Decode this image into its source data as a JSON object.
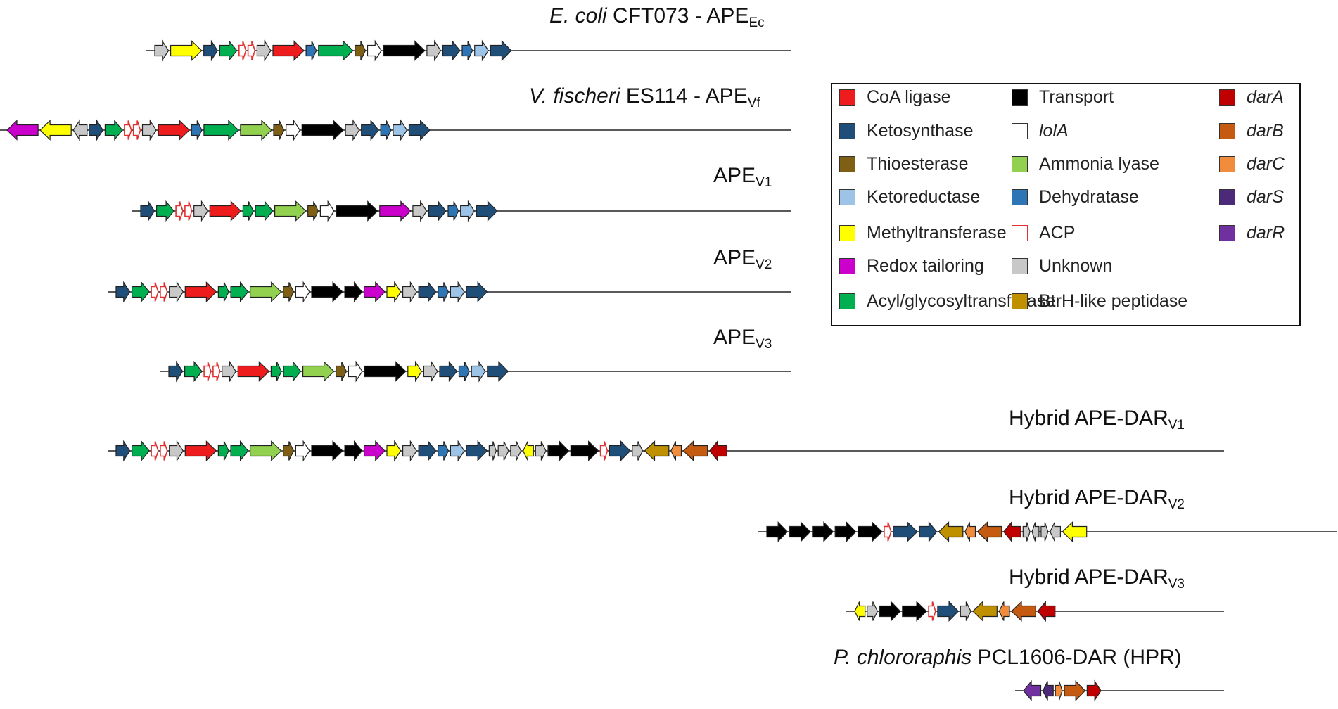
{
  "colors": {
    "coa_ligase": "#ee1c1c",
    "ketosynthase": "#1f4e79",
    "thioesterase": "#7f5f14",
    "ketoreductase": "#9dc3e6",
    "methyltransferase": "#ffff00",
    "redox": "#cc00cc",
    "acyl": "#00b050",
    "transport": "#000000",
    "lola": "#ffffff",
    "ammonia": "#92d050",
    "dehydratase": "#2e75b6",
    "acp": "#ffffff",
    "unknown": "#c8c8c8",
    "btrh": "#bf9000",
    "darA": "#c00000",
    "darB": "#c55a11",
    "darC": "#f08c3c",
    "darS": "#4b2a7a",
    "darR": "#7030a0"
  },
  "legend": {
    "col1": [
      {
        "key": "coa_ligase",
        "label": "CoA ligase",
        "italic": false
      },
      {
        "key": "ketosynthase",
        "label": "Ketosynthase",
        "italic": false
      },
      {
        "key": "thioesterase",
        "label": "Thioesterase",
        "italic": false
      },
      {
        "key": "ketoreductase",
        "label": "Ketoreductase",
        "italic": false
      },
      {
        "key": "methyltransferase",
        "label": "Methyltransferase",
        "italic": false
      },
      {
        "key": "redox",
        "label": "Redox tailoring",
        "italic": false
      },
      {
        "key": "acyl",
        "label": "Acyl/glycosyltransferase",
        "italic": false
      }
    ],
    "col2": [
      {
        "key": "transport",
        "label": "Transport",
        "italic": false
      },
      {
        "key": "lola",
        "label": "lolA",
        "italic": true
      },
      {
        "key": "ammonia",
        "label": "Ammonia lyase",
        "italic": false
      },
      {
        "key": "dehydratase",
        "label": "Dehydratase",
        "italic": false
      },
      {
        "key": "acp",
        "label": "ACP",
        "italic": false
      },
      {
        "key": "unknown",
        "label": "Unknown",
        "italic": false
      },
      {
        "key": "btrh",
        "label": "BtrH-like peptidase",
        "italic": false
      }
    ],
    "col3": [
      {
        "key": "darA",
        "label": "darA",
        "italic": true
      },
      {
        "key": "darB",
        "label": "darB",
        "italic": true
      },
      {
        "key": "darC",
        "label": "darC",
        "italic": true
      },
      {
        "key": "darS",
        "label": "darS",
        "italic": true
      },
      {
        "key": "darR",
        "label": "darR",
        "italic": true
      }
    ]
  },
  "clusters": [
    {
      "id": "ecoli",
      "species": "E. coli",
      "strain": " CFT073 - APE",
      "sub": "Ec",
      "prefix": "",
      "genes": [
        [
          "unknown",
          "f",
          4
        ],
        [
          "methyltransferase",
          "f",
          9
        ],
        [
          "ketosynthase",
          "f",
          4
        ],
        [
          "acyl",
          "f",
          5
        ],
        [
          "acp",
          "f",
          2
        ],
        [
          "acp",
          "f",
          2
        ],
        [
          "unknown",
          "f",
          4
        ],
        [
          "coa_ligase",
          "f",
          9
        ],
        [
          "dehydratase",
          "f",
          3
        ],
        [
          "acyl",
          "f",
          10
        ],
        [
          "thioesterase",
          "f",
          3
        ],
        [
          "lola",
          "f",
          4
        ],
        [
          "transport",
          "f",
          12
        ],
        [
          "unknown",
          "f",
          4
        ],
        [
          "ketosynthase",
          "f",
          5
        ],
        [
          "dehydratase",
          "f",
          3
        ],
        [
          "ketoreductase",
          "f",
          4
        ],
        [
          "ketosynthase",
          "f",
          6
        ]
      ]
    },
    {
      "id": "vfischeri",
      "species": "V. fischeri",
      "strain": " ES114 - APE",
      "sub": "Vf",
      "prefix": "",
      "genes": [
        [
          "redox",
          "r",
          9
        ],
        [
          "methyltransferase",
          "r",
          9
        ],
        [
          "unknown",
          "r",
          4
        ],
        [
          "ketosynthase",
          "f",
          4
        ],
        [
          "acyl",
          "f",
          5
        ],
        [
          "acp",
          "f",
          2
        ],
        [
          "acp",
          "f",
          2
        ],
        [
          "unknown",
          "f",
          4
        ],
        [
          "coa_ligase",
          "f",
          9
        ],
        [
          "dehydratase",
          "f",
          3
        ],
        [
          "acyl",
          "f",
          10
        ],
        [
          "ammonia",
          "f",
          9
        ],
        [
          "thioesterase",
          "f",
          3
        ],
        [
          "lola",
          "f",
          4
        ],
        [
          "transport",
          "f",
          12
        ],
        [
          "unknown",
          "f",
          4
        ],
        [
          "ketosynthase",
          "f",
          5
        ],
        [
          "dehydratase",
          "f",
          3
        ],
        [
          "ketoreductase",
          "f",
          4
        ],
        [
          "ketosynthase",
          "f",
          6
        ]
      ]
    },
    {
      "id": "apev1",
      "species": "",
      "strain": "APE",
      "sub": "V1",
      "prefix": "",
      "genes": [
        [
          "ketosynthase",
          "f",
          4
        ],
        [
          "acyl",
          "f",
          5
        ],
        [
          "acp",
          "f",
          2
        ],
        [
          "acp",
          "f",
          2
        ],
        [
          "unknown",
          "f",
          4
        ],
        [
          "coa_ligase",
          "f",
          9
        ],
        [
          "acyl",
          "f",
          3
        ],
        [
          "acyl",
          "f",
          5
        ],
        [
          "ammonia",
          "f",
          9
        ],
        [
          "thioesterase",
          "f",
          3
        ],
        [
          "lola",
          "f",
          4
        ],
        [
          "transport",
          "f",
          12
        ],
        [
          "redox",
          "f",
          9
        ],
        [
          "unknown",
          "f",
          4
        ],
        [
          "ketosynthase",
          "f",
          5
        ],
        [
          "dehydratase",
          "f",
          3
        ],
        [
          "ketoreductase",
          "f",
          4
        ],
        [
          "ketosynthase",
          "f",
          6
        ]
      ]
    },
    {
      "id": "apev2",
      "species": "",
      "strain": "APE",
      "sub": "V2",
      "prefix": "",
      "genes": [
        [
          "ketosynthase",
          "f",
          4
        ],
        [
          "acyl",
          "f",
          5
        ],
        [
          "acp",
          "f",
          2
        ],
        [
          "acp",
          "f",
          2
        ],
        [
          "unknown",
          "f",
          4
        ],
        [
          "coa_ligase",
          "f",
          9
        ],
        [
          "acyl",
          "f",
          3
        ],
        [
          "acyl",
          "f",
          5
        ],
        [
          "ammonia",
          "f",
          9
        ],
        [
          "thioesterase",
          "f",
          3
        ],
        [
          "lola",
          "f",
          4
        ],
        [
          "transport",
          "f",
          9
        ],
        [
          "transport",
          "f",
          5
        ],
        [
          "redox",
          "f",
          6
        ],
        [
          "methyltransferase",
          "f",
          4
        ],
        [
          "unknown",
          "f",
          4
        ],
        [
          "ketosynthase",
          "f",
          5
        ],
        [
          "dehydratase",
          "f",
          3
        ],
        [
          "ketoreductase",
          "f",
          4
        ],
        [
          "ketosynthase",
          "f",
          6
        ]
      ]
    },
    {
      "id": "apev3",
      "species": "",
      "strain": "APE",
      "sub": "V3",
      "prefix": "",
      "genes": [
        [
          "ketosynthase",
          "f",
          4
        ],
        [
          "acyl",
          "f",
          5
        ],
        [
          "acp",
          "f",
          2
        ],
        [
          "acp",
          "f",
          2
        ],
        [
          "unknown",
          "f",
          4
        ],
        [
          "coa_ligase",
          "f",
          9
        ],
        [
          "acyl",
          "f",
          3
        ],
        [
          "acyl",
          "f",
          5
        ],
        [
          "ammonia",
          "f",
          9
        ],
        [
          "thioesterase",
          "f",
          3
        ],
        [
          "lola",
          "f",
          4
        ],
        [
          "transport",
          "f",
          12
        ],
        [
          "methyltransferase",
          "f",
          4
        ],
        [
          "unknown",
          "f",
          4
        ],
        [
          "ketosynthase",
          "f",
          5
        ],
        [
          "dehydratase",
          "f",
          3
        ],
        [
          "ketoreductase",
          "f",
          4
        ],
        [
          "ketosynthase",
          "f",
          6
        ]
      ]
    },
    {
      "id": "hyb1",
      "species": "",
      "strain": "Hybrid APE-DAR",
      "sub": "V1",
      "prefix": "",
      "genes": [
        [
          "ketosynthase",
          "f",
          4
        ],
        [
          "acyl",
          "f",
          5
        ],
        [
          "acp",
          "f",
          2
        ],
        [
          "acp",
          "f",
          2
        ],
        [
          "unknown",
          "f",
          4
        ],
        [
          "coa_ligase",
          "f",
          9
        ],
        [
          "acyl",
          "f",
          3
        ],
        [
          "acyl",
          "f",
          5
        ],
        [
          "ammonia",
          "f",
          9
        ],
        [
          "thioesterase",
          "f",
          3
        ],
        [
          "lola",
          "f",
          4
        ],
        [
          "transport",
          "f",
          9
        ],
        [
          "transport",
          "f",
          5
        ],
        [
          "redox",
          "f",
          6
        ],
        [
          "methyltransferase",
          "f",
          4
        ],
        [
          "unknown",
          "f",
          4
        ],
        [
          "ketosynthase",
          "f",
          5
        ],
        [
          "dehydratase",
          "f",
          3
        ],
        [
          "ketoreductase",
          "f",
          4
        ],
        [
          "ketosynthase",
          "f",
          6
        ],
        [
          "unknown",
          "f",
          2
        ],
        [
          "unknown",
          "f",
          3
        ],
        [
          "unknown",
          "f",
          3
        ],
        [
          "methyltransferase",
          "r",
          3
        ],
        [
          "unknown",
          "f",
          3
        ],
        [
          "transport",
          "f",
          6
        ],
        [
          "transport",
          "f",
          8
        ],
        [
          "acp",
          "f",
          2
        ],
        [
          "ketosynthase",
          "f",
          6
        ],
        [
          "unknown",
          "f",
          3
        ],
        [
          "btrh",
          "r",
          7
        ],
        [
          "darC",
          "r",
          3
        ],
        [
          "darB",
          "r",
          7
        ],
        [
          "darA",
          "r",
          5
        ]
      ]
    },
    {
      "id": "hyb2",
      "species": "",
      "strain": "Hybrid APE-DAR",
      "sub": "V2",
      "prefix": "",
      "genes": [
        [
          "transport",
          "f",
          6
        ],
        [
          "transport",
          "f",
          6
        ],
        [
          "transport",
          "f",
          6
        ],
        [
          "transport",
          "f",
          6
        ],
        [
          "transport",
          "f",
          7
        ],
        [
          "acp",
          "f",
          2
        ],
        [
          "ketosynthase",
          "f",
          7
        ],
        [
          "ketosynthase",
          "f",
          5
        ],
        [
          "btrh",
          "r",
          7
        ],
        [
          "darC",
          "r",
          3
        ],
        [
          "darB",
          "r",
          7
        ],
        [
          "darA",
          "r",
          5
        ],
        [
          "unknown",
          "f",
          2
        ],
        [
          "unknown",
          "r",
          2
        ],
        [
          "unknown",
          "f",
          2
        ],
        [
          "unknown",
          "r",
          3
        ],
        [
          "methyltransferase",
          "r",
          7
        ]
      ]
    },
    {
      "id": "hyb3",
      "species": "",
      "strain": "Hybrid APE-DAR",
      "sub": "V3",
      "prefix": "",
      "genes": [
        [
          "methyltransferase",
          "r",
          3
        ],
        [
          "unknown",
          "f",
          3
        ],
        [
          "transport",
          "f",
          6
        ],
        [
          "transport",
          "f",
          7
        ],
        [
          "acp",
          "f",
          2
        ],
        [
          "ketosynthase",
          "f",
          6
        ],
        [
          "unknown",
          "f",
          3
        ],
        [
          "btrh",
          "r",
          7
        ],
        [
          "darC",
          "r",
          3
        ],
        [
          "darB",
          "r",
          7
        ],
        [
          "darA",
          "r",
          5
        ]
      ]
    },
    {
      "id": "hpr",
      "species": "P. chlororaphis",
      "strain": " PCL1606-DAR (HPR)",
      "sub": "",
      "prefix": "",
      "genes": [
        [
          "darR",
          "r",
          5
        ],
        [
          "darS",
          "r",
          3
        ],
        [
          "darC",
          "f",
          2
        ],
        [
          "darB",
          "f",
          6
        ],
        [
          "darA",
          "f",
          4
        ]
      ]
    }
  ]
}
